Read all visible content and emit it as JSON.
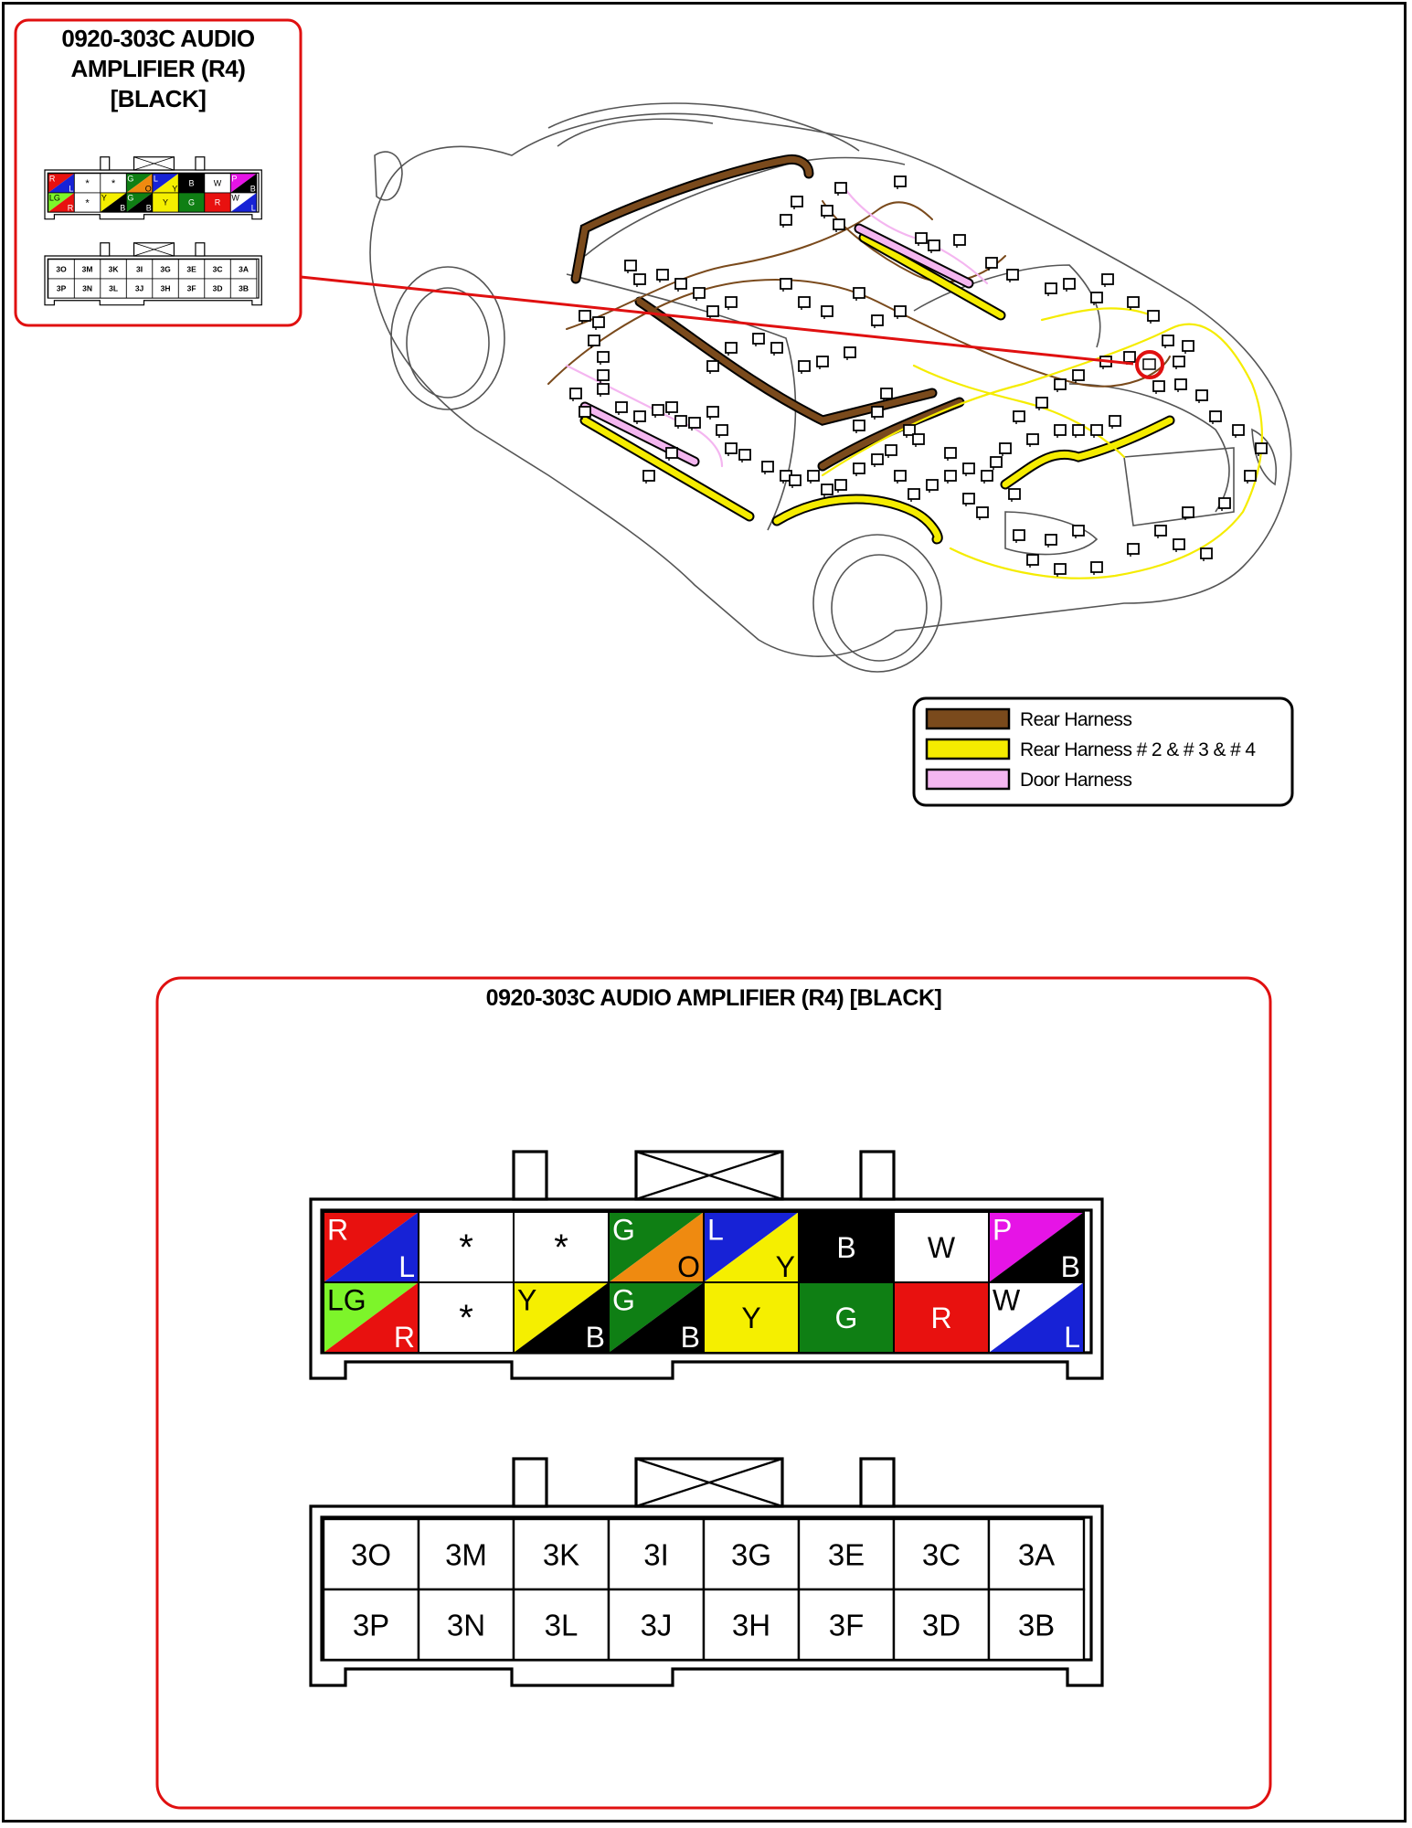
{
  "connector": {
    "title_line1": "0920-303C  AUDIO",
    "title_line2": "AMPLIFIER (R4)",
    "title_line3": "[BLACK]",
    "title_full": "0920-303C  AUDIO AMPLIFIER (R4) [BLACK]"
  },
  "legend": [
    {
      "label": "Rear Harness",
      "color": "#7a4a1c"
    },
    {
      "label": "Rear Harness # 2 & # 3 & # 4",
      "color": "#f5ec00"
    },
    {
      "label": "Door Harness",
      "color": "#f4b6f0"
    }
  ],
  "colors": {
    "R": "#e8110f",
    "L": "#1722d6",
    "LG": "#7df52a",
    "G": "#0f7f14",
    "O": "#ef8a10",
    "Y": "#f5ef00",
    "B": "#000000",
    "W": "#ffffff",
    "P": "#e614e6",
    "accent": "#e01010"
  },
  "wire_colors": {
    "top": [
      {
        "primary": "R",
        "secondary": "L"
      },
      {
        "mark": "*"
      },
      {
        "mark": "*"
      },
      {
        "primary": "G",
        "secondary": "O"
      },
      {
        "primary": "L",
        "secondary": "Y"
      },
      {
        "solid": "B"
      },
      {
        "solid": "W"
      },
      {
        "primary": "P",
        "secondary": "B"
      }
    ],
    "bottom": [
      {
        "primary": "LG",
        "secondary": "R"
      },
      {
        "mark": "*"
      },
      {
        "primary": "Y",
        "secondary": "B"
      },
      {
        "primary": "G",
        "secondary": "B"
      },
      {
        "solid": "Y"
      },
      {
        "solid": "G"
      },
      {
        "solid": "R"
      },
      {
        "primary": "W",
        "secondary": "L"
      }
    ]
  },
  "pins": {
    "top": [
      "3O",
      "3M",
      "3K",
      "3I",
      "3G",
      "3E",
      "3C",
      "3A"
    ],
    "bottom": [
      "3P",
      "3N",
      "3L",
      "3J",
      "3H",
      "3F",
      "3D",
      "3B"
    ]
  }
}
